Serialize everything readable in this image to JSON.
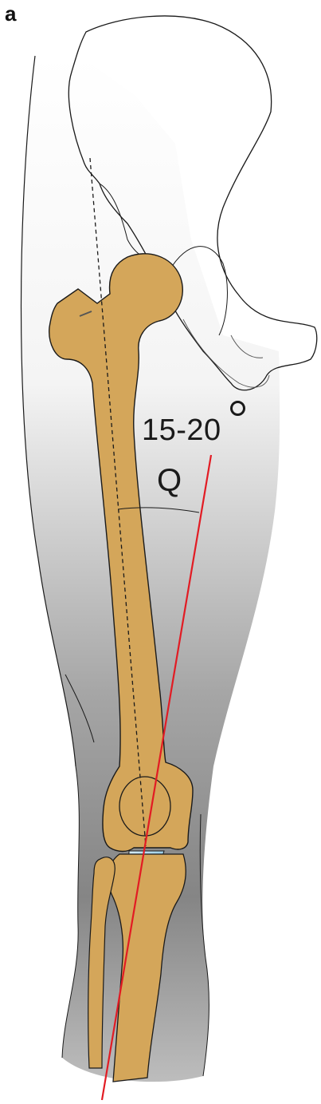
{
  "figure": {
    "panel_label": "a",
    "angle_text": "15-20",
    "angle_label": "Q"
  },
  "colors": {
    "bone_fill": "#d4a65a",
    "outline": "#1a1a1a",
    "skin_gradient_top": "#ffffff",
    "skin_gradient_bottom": "#7d7d7d",
    "q_line": "#e21b23",
    "ligament": "#a9d6ec"
  }
}
